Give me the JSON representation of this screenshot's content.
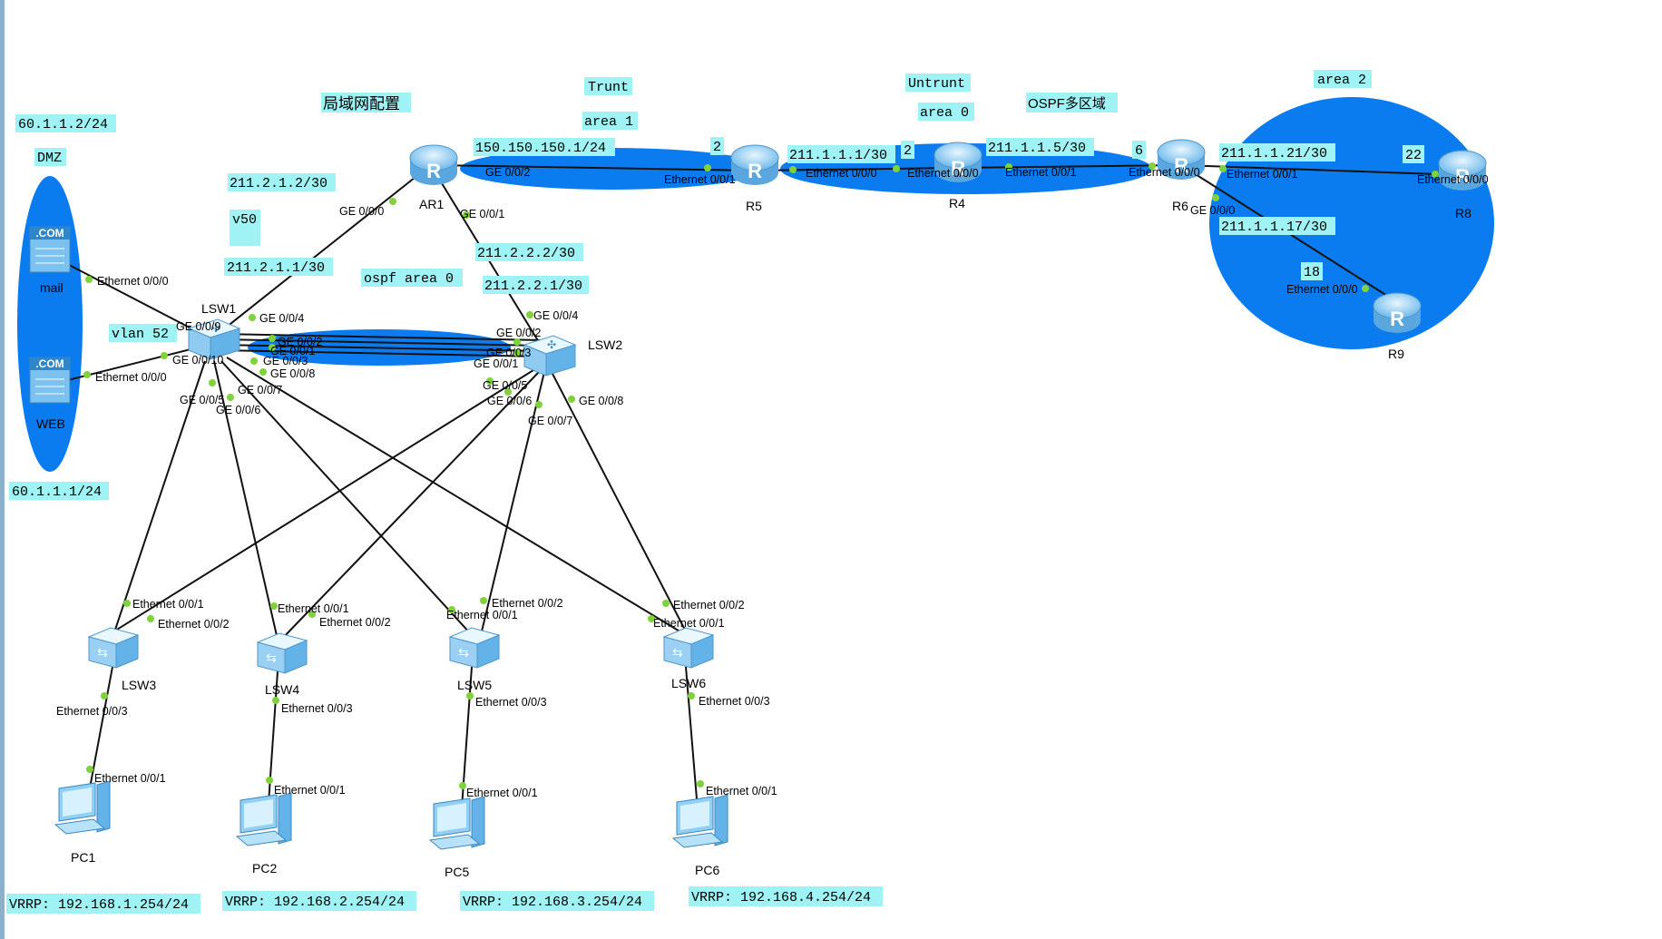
{
  "colors": {
    "background": "#ffffff",
    "area_fill": "#0a7cf0",
    "label_box": "#9ff3f4",
    "link": "#111111",
    "port_dot": "#7fd23a",
    "left_bar": "#8fb0c9"
  },
  "devices": {
    "AR1": "AR1",
    "R5": "R5",
    "R4": "R4",
    "R6": "R6",
    "R8": "R8",
    "R9": "R9",
    "LSW1": "LSW1",
    "LSW2": "LSW2",
    "LSW3": "LSW3",
    "LSW4": "LSW4",
    "LSW5": "LSW5",
    "LSW6": "LSW6",
    "PC1": "PC1",
    "PC2": "PC2",
    "PC5": "PC5",
    "PC6": "PC6",
    "mail": "mail",
    "WEB": "WEB"
  },
  "server_badge": ".COM",
  "labels": {
    "lan_config": "局域网配置",
    "trunt": "Trunt",
    "area1": "area 1",
    "untrunt": "Untrunt",
    "area0": "area 0",
    "ospf_multi": "OSPF多区域",
    "area2": "area 2",
    "dmz_ip1": "60.1.1.2/24",
    "dmz": "DMZ",
    "dmz_ip2": "60.1.1.1/24",
    "ip_211_2_1_2": "211.2.1.2/30",
    "v50": "v50",
    "ip_211_2_1_1": "211.2.1.1/30",
    "vlan52": "vlan 52",
    "ospf_area0": "ospf area 0",
    "ip_211_2_2_2": "211.2.2.2/30",
    "ip_211_2_2_1": "211.2.2.1/30",
    "ip_150": "150.150.150.1/24",
    "num2a": "2",
    "ip_211_1_1_1": "211.1.1.1/30",
    "num2b": "2",
    "ip_211_1_1_5": "211.1.1.5/30",
    "num6": "6",
    "ip_211_1_1_21": "211.1.1.21/30",
    "num22": "22",
    "ip_211_1_1_17": "211.1.1.17/30",
    "num18": "18",
    "vrrp1": "VRRP: 192.168.1.254/24",
    "vrrp2": "VRRP: 192.168.2.254/24",
    "vrrp3": "VRRP: 192.168.3.254/24",
    "vrrp4": "VRRP: 192.168.4.254/24"
  },
  "ports": {
    "ar1_ge000": "GE 0/0/0",
    "ar1_ge001": "GE 0/0/1",
    "ar1_ge002": "GE 0/0/2",
    "r5_e001": "Ethernet 0/0/1",
    "r5_e000": "Ethernet 0/0/0",
    "r4_e000": "Ethernet 0/0/0",
    "r4_e001": "Ethernet 0/0/1",
    "r6_e000": "Ethernet 0/0/0",
    "r6_e001": "Ethernet 0/0/1",
    "r6_ge000": "GE 0/0/0",
    "r8_e000": "Ethernet 0/0/0",
    "r9_e000": "Ethernet 0/0/0",
    "mail_e000": "Ethernet 0/0/0",
    "web_e000": "Ethernet 0/0/0",
    "lsw1_ge004": "GE 0/0/4",
    "lsw1_ge009": "GE 0/0/9",
    "lsw1_ge0010": "GE 0/0/10",
    "lsw1_ge002": "GE 0/0/2",
    "lsw1_ge001": "GE 0/0/1",
    "lsw1_ge003": "GE 0/0/3",
    "lsw1_ge008": "GE 0/0/8",
    "lsw1_ge007": "GE 0/0/7",
    "lsw1_ge005": "GE 0/0/5",
    "lsw1_ge006": "GE 0/0/6",
    "lsw2_ge004": "GE 0/0/4",
    "lsw2_ge002": "GE 0/0/2",
    "lsw2_ge003": "GE 0/0/3",
    "lsw2_ge001": "GE 0/0/1",
    "lsw2_ge005": "GE 0/0/5",
    "lsw2_ge006": "GE 0/0/6",
    "lsw2_ge007": "GE 0/0/7",
    "lsw2_ge008": "GE 0/0/8",
    "lsw3_e001": "Ethernet 0/0/1",
    "lsw3_e002": "Ethernet 0/0/2",
    "lsw3_e003": "Ethernet 0/0/3",
    "lsw4_e001": "Ethernet 0/0/1",
    "lsw4_e002": "Ethernet 0/0/2",
    "lsw4_e003": "Ethernet 0/0/3",
    "lsw5_e001": "Ethernet 0/0/1",
    "lsw5_e002": "Ethernet 0/0/2",
    "lsw5_e003": "Ethernet 0/0/3",
    "lsw6_e002": "Ethernet 0/0/2",
    "lsw6_e001": "Ethernet 0/0/1",
    "lsw6_e003": "Ethernet 0/0/3",
    "pc1_e001": "Ethernet 0/0/1",
    "pc2_e001": "Ethernet 0/0/1",
    "pc5_e001": "Ethernet 0/0/1",
    "pc6_e001": "Ethernet 0/0/1"
  },
  "links": [
    [
      "AR1",
      "LSW1"
    ],
    [
      "AR1",
      "LSW2"
    ],
    [
      "AR1",
      "R5"
    ],
    [
      "R5",
      "R4"
    ],
    [
      "R4",
      "R6"
    ],
    [
      "R6",
      "R8"
    ],
    [
      "R6",
      "R9"
    ],
    [
      "mail",
      "LSW1"
    ],
    [
      "WEB",
      "LSW1"
    ],
    [
      "LSW1",
      "LSW2"
    ],
    [
      "LSW1",
      "LSW3"
    ],
    [
      "LSW1",
      "LSW4"
    ],
    [
      "LSW1",
      "LSW5"
    ],
    [
      "LSW1",
      "LSW6"
    ],
    [
      "LSW2",
      "LSW3"
    ],
    [
      "LSW2",
      "LSW4"
    ],
    [
      "LSW2",
      "LSW5"
    ],
    [
      "LSW2",
      "LSW6"
    ],
    [
      "LSW3",
      "PC1"
    ],
    [
      "LSW4",
      "PC2"
    ],
    [
      "LSW5",
      "PC5"
    ],
    [
      "LSW6",
      "PC6"
    ]
  ]
}
